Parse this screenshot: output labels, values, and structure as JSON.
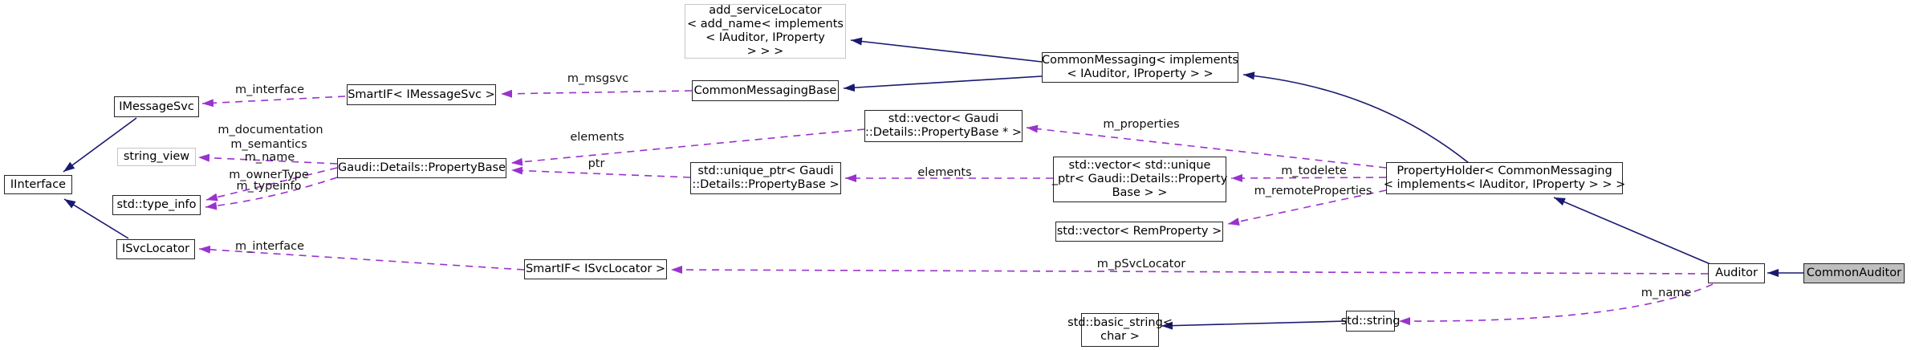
{
  "colors": {
    "inheritance_edge": "#191970",
    "usage_edge": "#9a32cd",
    "node_border": "#242424",
    "truncated_node_border": "#c6c6c6",
    "node_fill": "#ffffff",
    "selected_node_fill": "#bfbfbf",
    "text": "#000000"
  },
  "nodes": {
    "add_servicelocator": {
      "label": "add_serviceLocator\n< add_name< implements\n< IAuditor, IProperty\n> > >"
    },
    "common_messaging": {
      "label": "CommonMessaging< implements\n< IAuditor, IProperty > >"
    },
    "imessagesvc": {
      "label": "IMessageSvc"
    },
    "smartif_imessagesvc": {
      "label": "SmartIF< IMessageSvc >"
    },
    "common_messaging_base": {
      "label": "CommonMessagingBase"
    },
    "string_view": {
      "label": "string_view"
    },
    "iinterface": {
      "label": "IInterface"
    },
    "std_type_info": {
      "label": "std::type_info"
    },
    "property_base": {
      "label": "Gaudi::Details::PropertyBase"
    },
    "vector_property_base_ptr": {
      "label": "std::vector< Gaudi\n::Details::PropertyBase * >"
    },
    "unique_ptr_property_base": {
      "label": "std::unique_ptr< Gaudi\n::Details::PropertyBase >"
    },
    "vector_unique_ptr": {
      "label": "std::vector< std::unique\n_ptr< Gaudi::Details::Property\nBase > >"
    },
    "property_holder": {
      "label": "PropertyHolder< CommonMessaging\n< implements< IAuditor, IProperty > > >"
    },
    "vector_rem_property": {
      "label": "std::vector< RemProperty >"
    },
    "isvclocator": {
      "label": "ISvcLocator"
    },
    "smartif_isvclocator": {
      "label": "SmartIF< ISvcLocator >"
    },
    "auditor": {
      "label": "Auditor"
    },
    "common_auditor": {
      "label": "CommonAuditor"
    },
    "basic_string": {
      "label": "std::basic_string<\nchar >"
    },
    "std_string": {
      "label": "std::string"
    }
  },
  "edge_labels": {
    "m_interface_msg": "m_interface",
    "m_msgsvc": "m_msgsvc",
    "m_documentation": "m_documentation",
    "m_semantics": "m_semantics",
    "m_name_prop": "m_name",
    "m_ownerType": "m_ownerType",
    "m_typeinfo": "m_typeinfo",
    "elements_vec": "elements",
    "ptr": "ptr",
    "elements_uptr": "elements",
    "m_properties": "m_properties",
    "m_todelete": "m_todelete",
    "m_remoteProperties": "m_remoteProperties",
    "m_interface_svc": "m_interface",
    "m_pSvcLocator": "m_pSvcLocator",
    "m_name_auditor": "m_name"
  }
}
